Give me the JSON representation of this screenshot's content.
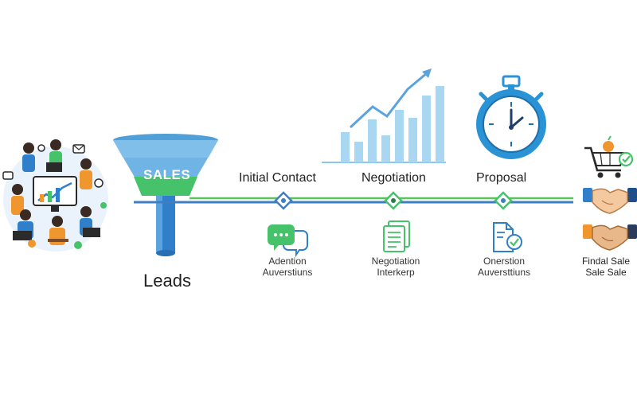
{
  "funnel": {
    "label": "SALES",
    "caption": "Leads"
  },
  "stages": [
    {
      "title": "Initial Contact",
      "line1": "Adention",
      "line2": "Auverstiuns"
    },
    {
      "title": "Negotiation",
      "line1": "Negotiation",
      "line2": "Interkerp"
    },
    {
      "title": "Proposal",
      "line1": "Onerstion",
      "line2": "Auversttiuns"
    }
  ],
  "final": {
    "line1": "Findal Sale",
    "line2": "Sale Sale"
  },
  "icons": {
    "team": "team-illustration",
    "chart": "growth-chart-icon",
    "timer": "stopwatch-icon",
    "chat": "chat-bubbles-icon",
    "document": "document-icon",
    "checklist": "document-check-icon",
    "cart": "shopping-cart-icon",
    "handshake": "handshake-icon"
  },
  "colors": {
    "blue_line": "#3f7fc0",
    "green_line": "#5cc25a",
    "funnel_top": "#6fb4e4",
    "funnel_green": "#46c26a",
    "funnel_blue": "#2f7fca",
    "chart_bar": "#a9d6f0",
    "stopwatch": "#2a93d6",
    "orange": "#f0962e"
  }
}
